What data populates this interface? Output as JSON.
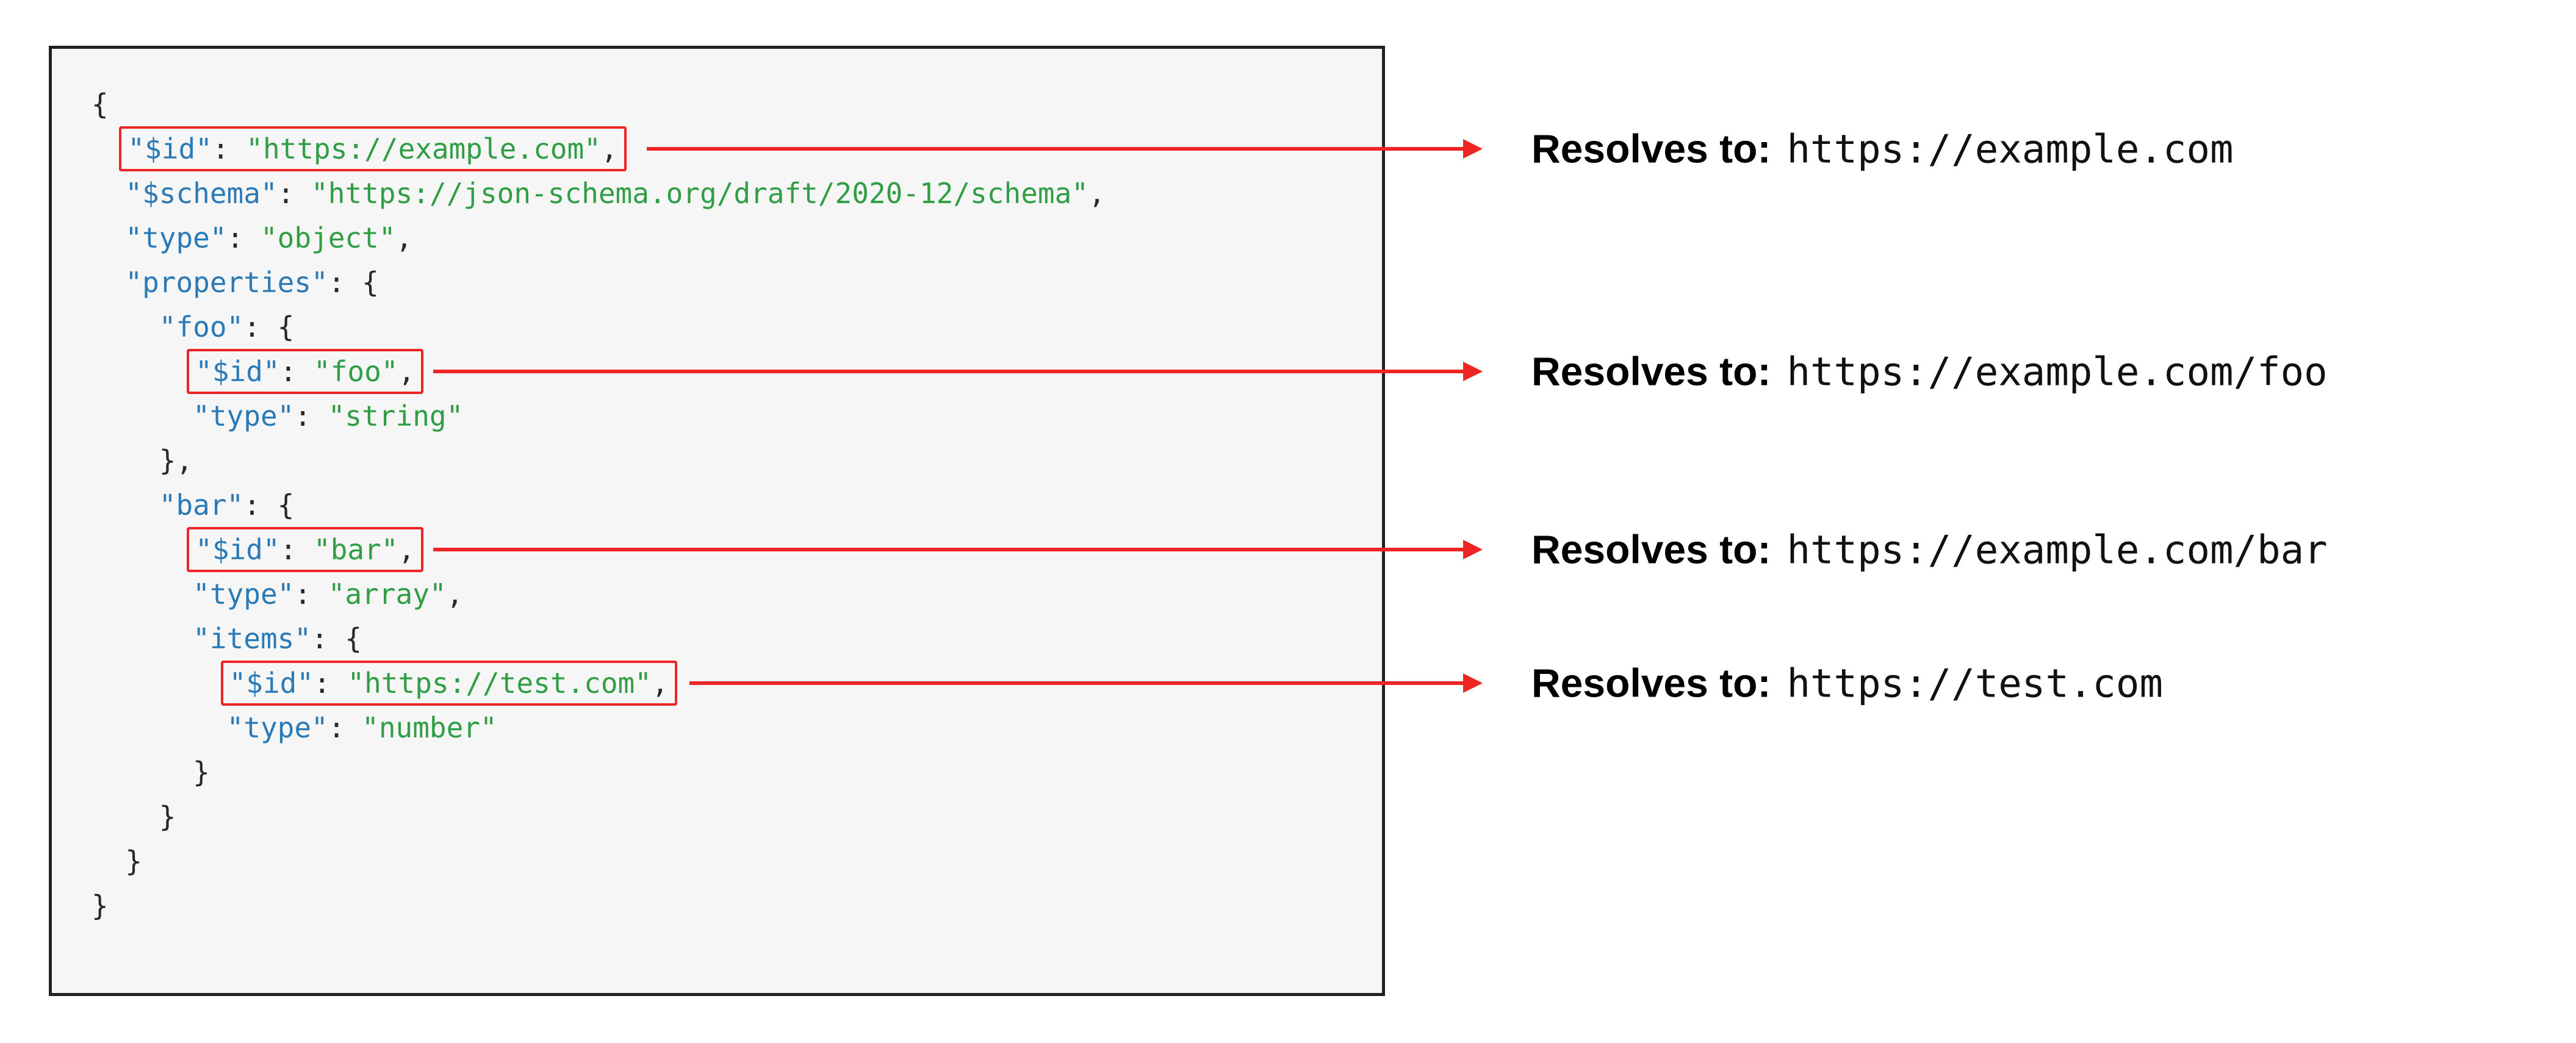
{
  "colors": {
    "accent_red": "#ee2524",
    "key_blue": "#2b7ab8",
    "string_green": "#2f9e44",
    "punct": "#24292e",
    "panel_bg": "#f6f6f6",
    "panel_border": "#222222"
  },
  "code": {
    "language": "json-schema",
    "lines": [
      {
        "indent": 0,
        "tokens": [
          {
            "t": "{",
            "c": "p"
          }
        ]
      },
      {
        "indent": 2,
        "box": 1,
        "tokens": [
          {
            "t": "\"$id\"",
            "c": "k"
          },
          {
            "t": ": ",
            "c": "p"
          },
          {
            "t": "\"https://example.com\"",
            "c": "s"
          },
          {
            "t": ",",
            "c": "p"
          }
        ]
      },
      {
        "indent": 2,
        "tokens": [
          {
            "t": "\"$schema\"",
            "c": "k"
          },
          {
            "t": ": ",
            "c": "p"
          },
          {
            "t": "\"https://json-schema.org/draft/2020-12/schema\"",
            "c": "s"
          },
          {
            "t": ",",
            "c": "p"
          }
        ]
      },
      {
        "indent": 2,
        "tokens": [
          {
            "t": "\"type\"",
            "c": "k"
          },
          {
            "t": ": ",
            "c": "p"
          },
          {
            "t": "\"object\"",
            "c": "s"
          },
          {
            "t": ",",
            "c": "p"
          }
        ]
      },
      {
        "indent": 2,
        "tokens": [
          {
            "t": "\"properties\"",
            "c": "k"
          },
          {
            "t": ": {",
            "c": "p"
          }
        ]
      },
      {
        "indent": 4,
        "tokens": [
          {
            "t": "\"foo\"",
            "c": "k"
          },
          {
            "t": ": {",
            "c": "p"
          }
        ]
      },
      {
        "indent": 6,
        "box": 2,
        "tokens": [
          {
            "t": "\"$id\"",
            "c": "k"
          },
          {
            "t": ": ",
            "c": "p"
          },
          {
            "t": "\"foo\"",
            "c": "s"
          },
          {
            "t": ",",
            "c": "p"
          }
        ]
      },
      {
        "indent": 6,
        "tokens": [
          {
            "t": "\"type\"",
            "c": "k"
          },
          {
            "t": ": ",
            "c": "p"
          },
          {
            "t": "\"string\"",
            "c": "s"
          }
        ]
      },
      {
        "indent": 4,
        "tokens": [
          {
            "t": "},",
            "c": "p"
          }
        ]
      },
      {
        "indent": 4,
        "tokens": [
          {
            "t": "\"bar\"",
            "c": "k"
          },
          {
            "t": ": {",
            "c": "p"
          }
        ]
      },
      {
        "indent": 6,
        "box": 3,
        "tokens": [
          {
            "t": "\"$id\"",
            "c": "k"
          },
          {
            "t": ": ",
            "c": "p"
          },
          {
            "t": "\"bar\"",
            "c": "s"
          },
          {
            "t": ",",
            "c": "p"
          }
        ]
      },
      {
        "indent": 6,
        "tokens": [
          {
            "t": "\"type\"",
            "c": "k"
          },
          {
            "t": ": ",
            "c": "p"
          },
          {
            "t": "\"array\"",
            "c": "s"
          },
          {
            "t": ",",
            "c": "p"
          }
        ]
      },
      {
        "indent": 6,
        "tokens": [
          {
            "t": "\"items\"",
            "c": "k"
          },
          {
            "t": ": {",
            "c": "p"
          }
        ]
      },
      {
        "indent": 8,
        "box": 4,
        "tokens": [
          {
            "t": "\"$id\"",
            "c": "k"
          },
          {
            "t": ": ",
            "c": "p"
          },
          {
            "t": "\"https://test.com\"",
            "c": "s"
          },
          {
            "t": ",",
            "c": "p"
          }
        ]
      },
      {
        "indent": 8,
        "tokens": [
          {
            "t": "\"type\"",
            "c": "k"
          },
          {
            "t": ": ",
            "c": "p"
          },
          {
            "t": "\"number\"",
            "c": "s"
          }
        ]
      },
      {
        "indent": 6,
        "tokens": [
          {
            "t": "}",
            "c": "p"
          }
        ]
      },
      {
        "indent": 4,
        "tokens": [
          {
            "t": "}",
            "c": "p"
          }
        ]
      },
      {
        "indent": 2,
        "tokens": [
          {
            "t": "}",
            "c": "p"
          }
        ]
      },
      {
        "indent": 0,
        "tokens": [
          {
            "t": "}",
            "c": "p"
          }
        ]
      }
    ]
  },
  "resolves": [
    {
      "label": "Resolves to:",
      "url": "https://example.com"
    },
    {
      "label": "Resolves to:",
      "url": "https://example.com/foo"
    },
    {
      "label": "Resolves to:",
      "url": "https://example.com/bar"
    },
    {
      "label": "Resolves to:",
      "url": "https://test.com"
    }
  ]
}
